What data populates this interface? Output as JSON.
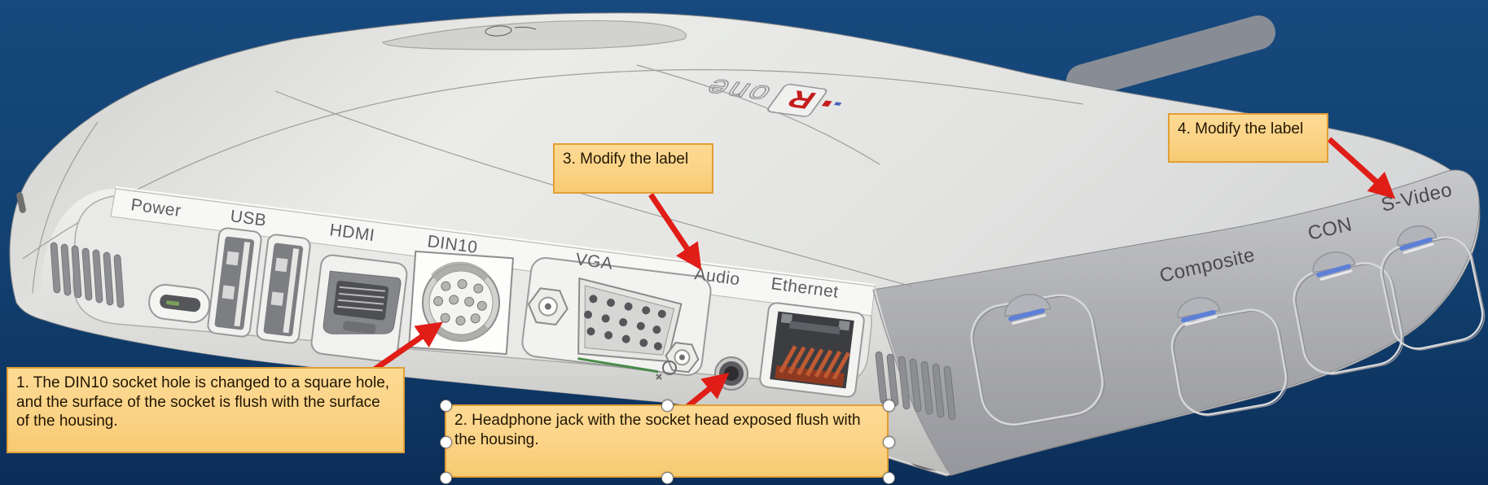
{
  "background": {
    "top_color": "#15477c",
    "bottom_color": "#0d2f5a"
  },
  "device": {
    "back_panel_labels": [
      "Power",
      "USB",
      "HDMI",
      "DIN10",
      "VGA",
      "Audio",
      "Ethernet"
    ],
    "side_labels": [
      "Composite",
      "CON",
      "S-Video"
    ],
    "logo": {
      "mark": "R",
      "text": "one",
      "mark_color": "#c41e1e"
    },
    "accent_blue": "#5e80d6"
  },
  "annotations": [
    {
      "text": "1. The DIN10 socket hole is changed to a square hole, and the surface of the socket is flush with the surface of the housing.",
      "selected": false
    },
    {
      "text": "2. Headphone jack with the socket head exposed flush with the housing.",
      "selected": true
    },
    {
      "text": "3. Modify the label",
      "selected": false
    },
    {
      "text": "4. Modify the label",
      "selected": false
    }
  ],
  "annotation_style": {
    "fill": "#fbd386",
    "border": "#e19f35",
    "arrow_color": "#e01d17"
  }
}
